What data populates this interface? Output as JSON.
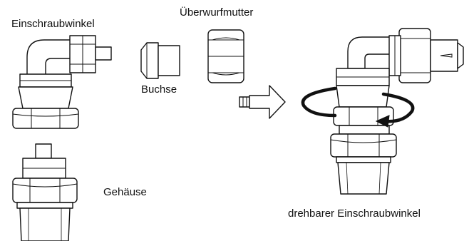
{
  "labels": {
    "einschraubwinkel": "Einschraubwinkel",
    "ueberwurfmutter": "Überwurfmutter",
    "buchse": "Buchse",
    "gehaeuse": "Gehäuse",
    "drehbarer": "drehbarer Einschraubwinkel"
  },
  "colors": {
    "stroke": "#111111",
    "background": "#ffffff"
  },
  "icons": {
    "assembly_arrow": "right-arrow-icon",
    "rotation": "rotation-arrow-icon"
  }
}
